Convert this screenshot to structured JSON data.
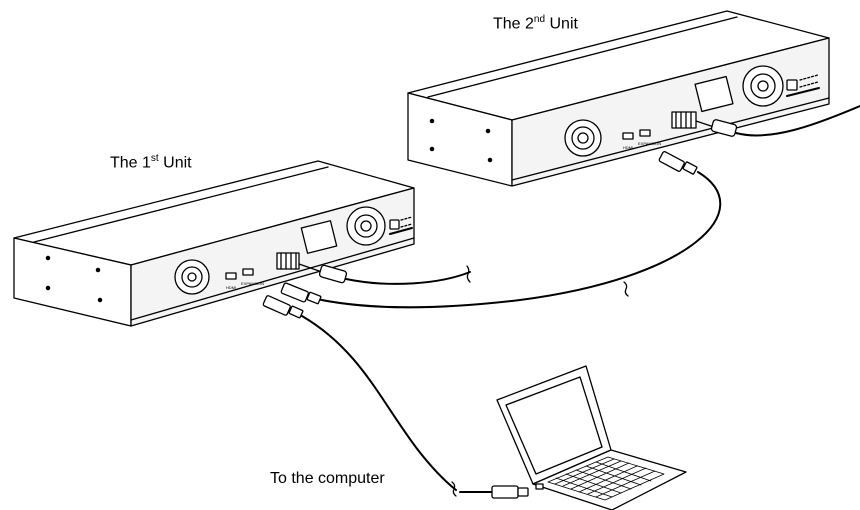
{
  "labels": {
    "unit2": {
      "prefix": "The 2",
      "sup": "nd",
      "suffix": " Unit"
    },
    "unit1": {
      "prefix": "The 1",
      "sup": "st",
      "suffix": " Unit"
    },
    "computer": "To the computer"
  },
  "port_labels": [
    "HDMI",
    "EXPANSION"
  ],
  "colors": {
    "line": "#000000",
    "fill": "#ffffff",
    "face": "#f4f4f4"
  }
}
